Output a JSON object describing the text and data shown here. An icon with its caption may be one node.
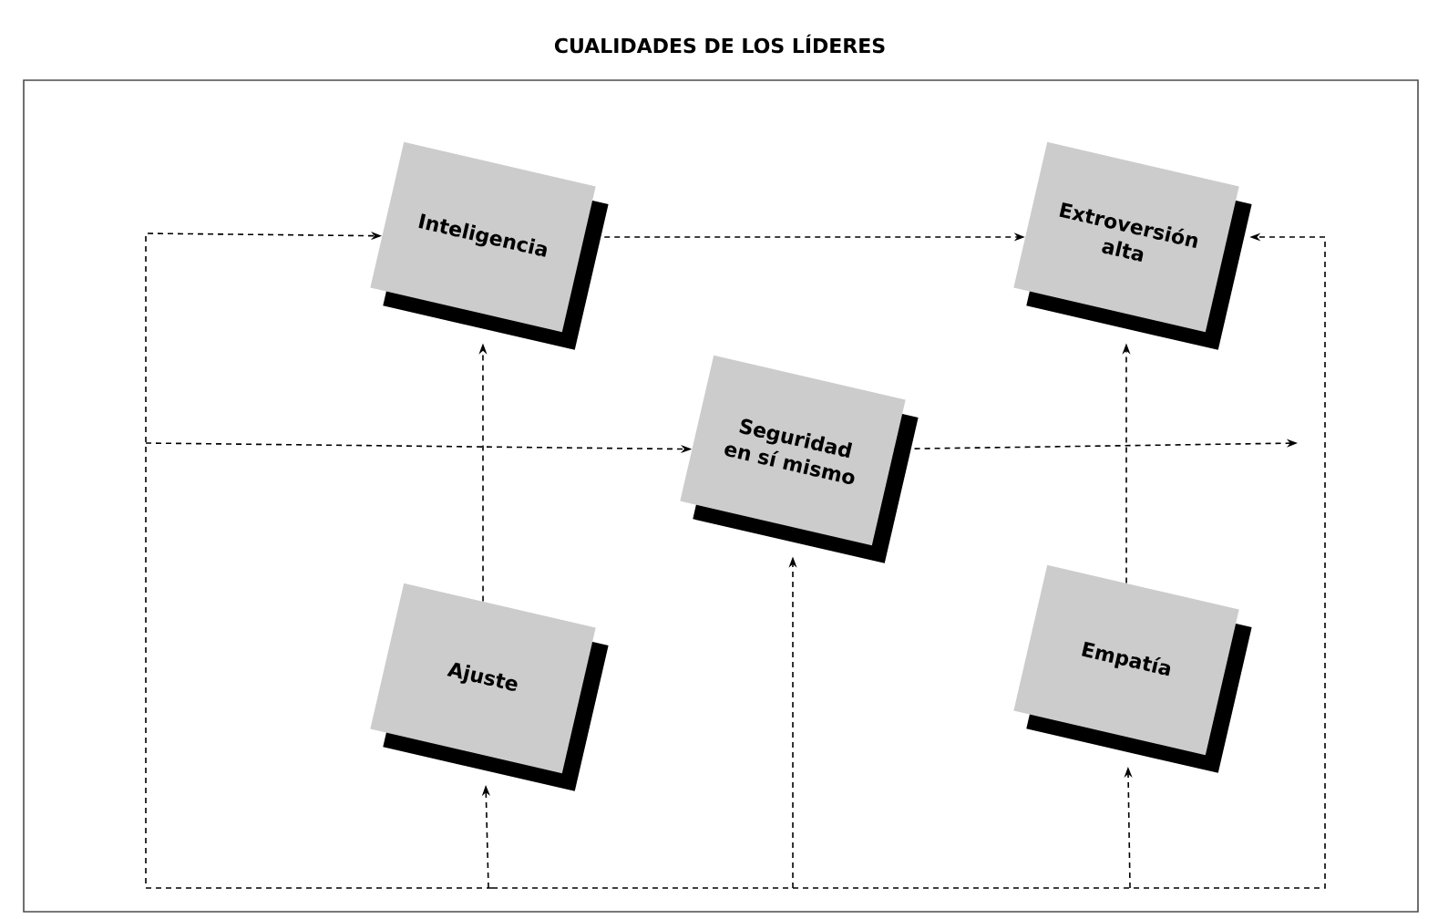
{
  "diagram": {
    "title": "CUALIDADES DE LOS LÍDERES",
    "nodes": [
      {
        "text": [
          "Inteligencia"
        ]
      },
      {
        "text": [
          "Extroversión alta"
        ]
      },
      {
        "text": [
          "Seguridad en sí mismo"
        ]
      },
      {
        "text": [
          "Ajuste"
        ]
      },
      {
        "text": [
          "Empatía"
        ]
      }
    ],
    "edges": [
      {
        "from": 0,
        "to": 1,
        "arrow": "to",
        "style": "dashed"
      },
      {
        "from": 3,
        "to": 0,
        "arrow": "to",
        "style": "dashed"
      },
      {
        "from": 4,
        "to": 1,
        "arrow": "to",
        "style": "dashed"
      },
      {
        "from": 2,
        "to": null,
        "arrow": "to",
        "style": "dashed"
      },
      {
        "from": null,
        "to": 0,
        "arrow": "to",
        "style": "dashed"
      },
      {
        "from": null,
        "to": 2,
        "arrow": "to",
        "style": "dashed"
      },
      {
        "from": null,
        "to": 1,
        "arrow": "to",
        "style": "dashed"
      },
      {
        "from": null,
        "to": 3,
        "arrow": "to",
        "style": "dashed"
      },
      {
        "from": null,
        "to": 2,
        "arrow": "to",
        "style": "dashed"
      },
      {
        "from": null,
        "to": 4,
        "arrow": "to",
        "style": "dashed"
      }
    ]
  }
}
